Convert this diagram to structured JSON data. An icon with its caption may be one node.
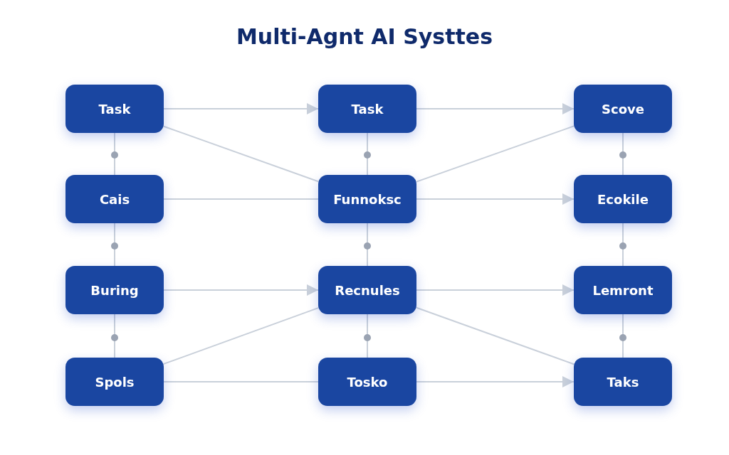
{
  "diagram": {
    "title": "Multi-Agnt AI Systtes",
    "nodes": [
      {
        "text": [
          "Task"
        ]
      },
      {
        "text": [
          "Task"
        ]
      },
      {
        "text": [
          "Scove"
        ]
      },
      {
        "text": [
          "Cais"
        ]
      },
      {
        "text": [
          "Funnoksc"
        ]
      },
      {
        "text": [
          "Ecokile"
        ]
      },
      {
        "text": [
          "Buring"
        ]
      },
      {
        "text": [
          "Recnules"
        ]
      },
      {
        "text": [
          "Lemront"
        ]
      },
      {
        "text": [
          "Spols"
        ]
      },
      {
        "text": [
          "Tosko"
        ]
      },
      {
        "text": [
          "Taks"
        ]
      }
    ],
    "edges": [
      {
        "from": 0,
        "to": 1,
        "arrow": "to"
      },
      {
        "from": 0,
        "to": 4,
        "arrow": "none"
      },
      {
        "from": 1,
        "to": 2,
        "arrow": "to"
      },
      {
        "from": 4,
        "to": 2,
        "arrow": "none"
      },
      {
        "from": 3,
        "to": 4,
        "arrow": "none"
      },
      {
        "from": 4,
        "to": 5,
        "arrow": "to"
      },
      {
        "from": 6,
        "to": 7,
        "arrow": "to"
      },
      {
        "from": 9,
        "to": 7,
        "arrow": "none"
      },
      {
        "from": 7,
        "to": 8,
        "arrow": "to"
      },
      {
        "from": 7,
        "to": 11,
        "arrow": "none"
      },
      {
        "from": 9,
        "to": 10,
        "arrow": "none"
      },
      {
        "from": 10,
        "to": 11,
        "arrow": "to"
      },
      {
        "from": 0,
        "to": 3,
        "arrow": "other"
      },
      {
        "from": 3,
        "to": 6,
        "arrow": "other"
      },
      {
        "from": 6,
        "to": 9,
        "arrow": "other"
      },
      {
        "from": 1,
        "to": 4,
        "arrow": "other"
      },
      {
        "from": 4,
        "to": 7,
        "arrow": "other"
      },
      {
        "from": 7,
        "to": 10,
        "arrow": "other"
      },
      {
        "from": 2,
        "to": 5,
        "arrow": "other"
      },
      {
        "from": 5,
        "to": 8,
        "arrow": "other"
      },
      {
        "from": 8,
        "to": 11,
        "arrow": "other"
      }
    ]
  }
}
